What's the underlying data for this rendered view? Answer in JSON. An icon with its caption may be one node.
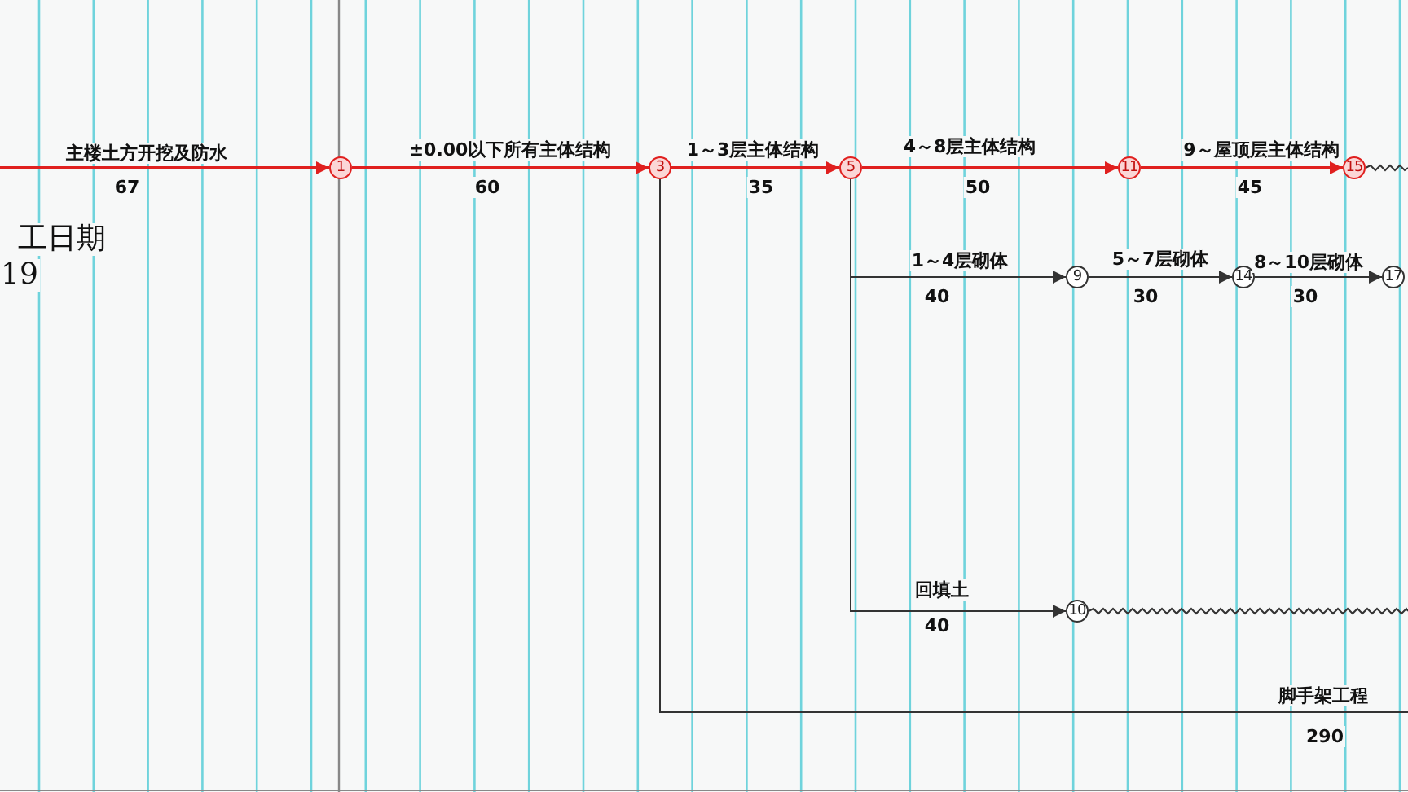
{
  "diagram": {
    "nodes": [
      {
        "text": [
          "1"
        ]
      },
      {
        "text": [
          "3"
        ]
      },
      {
        "text": [
          "5"
        ]
      },
      {
        "text": [
          "11"
        ]
      },
      {
        "text": [
          "15"
        ]
      },
      {
        "text": [
          "9"
        ]
      },
      {
        "text": [
          "14"
        ]
      },
      {
        "text": [
          "17"
        ]
      },
      {
        "text": [
          "10"
        ]
      }
    ],
    "edges": [
      {
        "from": null,
        "to": 0,
        "arrow": "to",
        "label": "主楼土方开挖及防水",
        "color": "#e0201f"
      },
      {
        "from": 0,
        "to": 1,
        "arrow": "to",
        "label": "±0.00以下所有主体结构",
        "color": "#e0201f"
      },
      {
        "from": 1,
        "to": 2,
        "arrow": "to",
        "label": "1～3层主体结构",
        "color": "#e0201f"
      },
      {
        "from": 2,
        "to": 3,
        "arrow": "to",
        "label": "4～8层主体结构",
        "color": "#e0201f"
      },
      {
        "from": 3,
        "to": 4,
        "arrow": "to",
        "label": "9～屋顶层主体结构",
        "color": "#e0201f"
      },
      {
        "from": 4,
        "to": null,
        "arrow": "none"
      },
      {
        "from": 2,
        "to": 5,
        "arrow": "to",
        "label": "1～4层砌体"
      },
      {
        "from": 5,
        "to": 6,
        "arrow": "to",
        "label": "5～7层砌体"
      },
      {
        "from": 6,
        "to": 7,
        "arrow": "to",
        "label": "8～10层砌体"
      },
      {
        "from": 2,
        "to": 8,
        "arrow": "to",
        "label": "回填土"
      },
      {
        "from": 8,
        "to": null,
        "arrow": "none"
      },
      {
        "from": 1,
        "to": null,
        "arrow": "none",
        "label": "脚手架工程"
      }
    ],
    "labels": [
      "工日期",
      "19",
      "67",
      "60",
      "35",
      "50",
      "45",
      "40",
      "30",
      "30",
      "40",
      "290"
    ]
  }
}
